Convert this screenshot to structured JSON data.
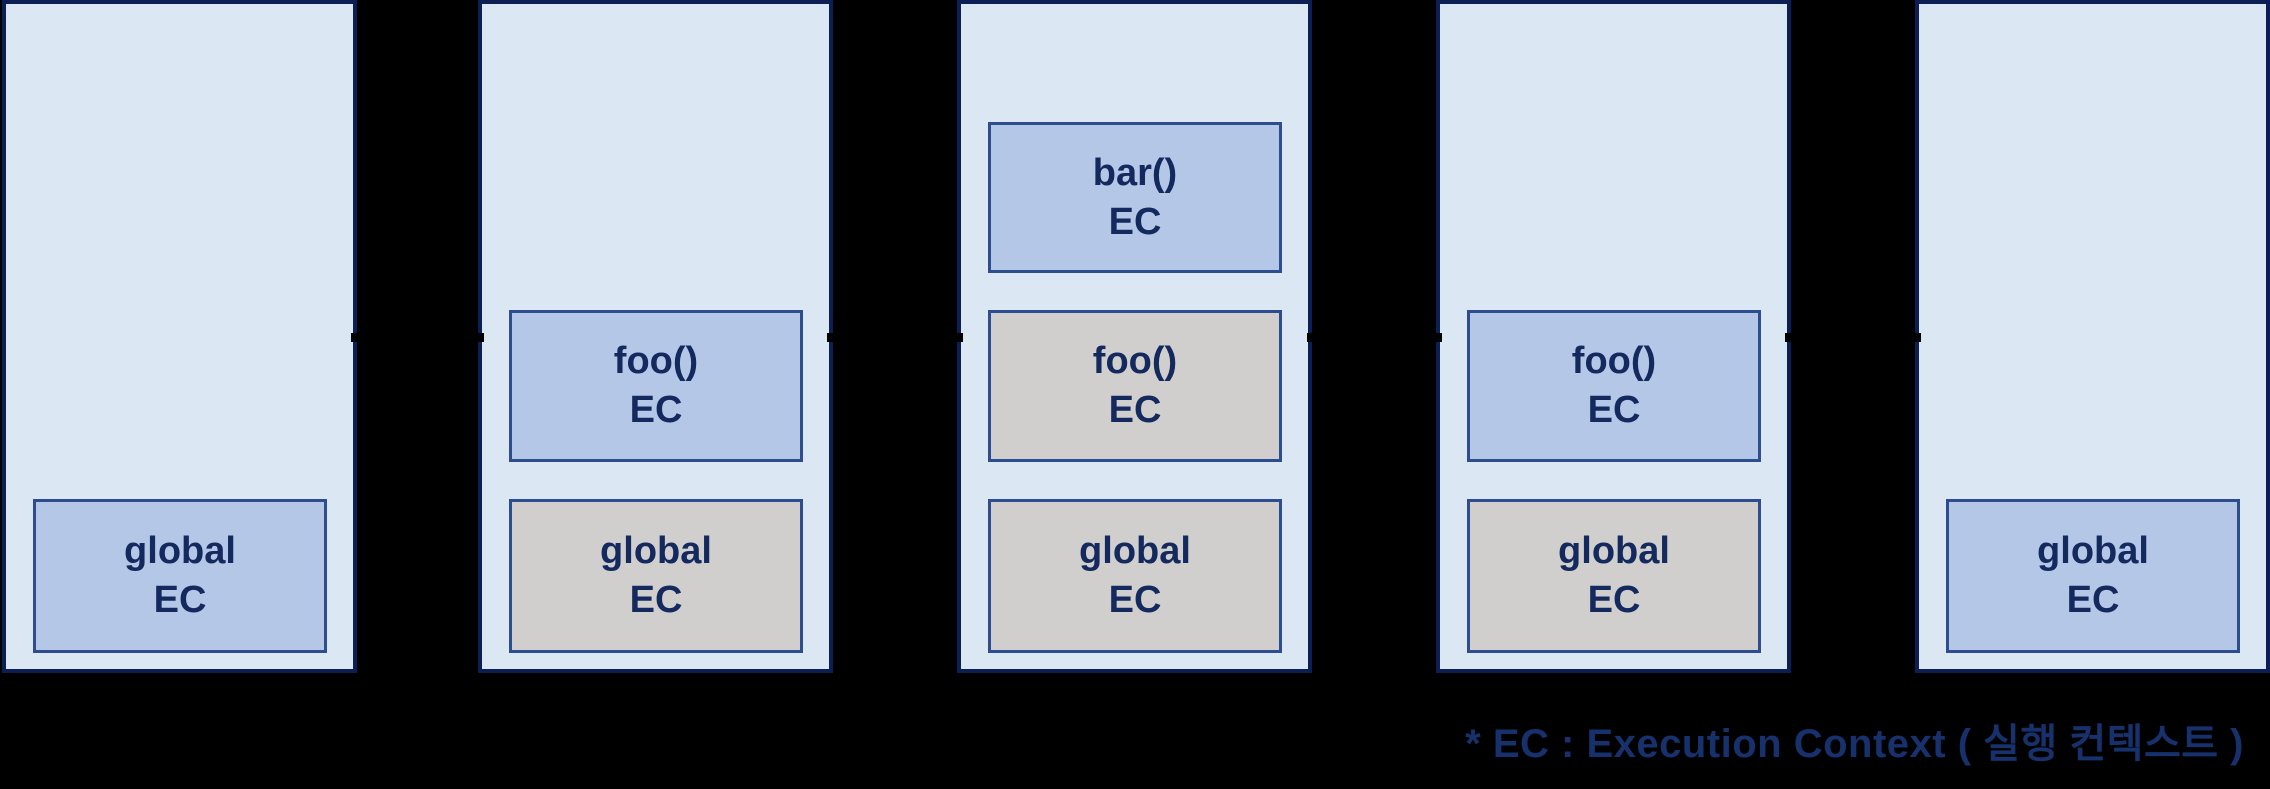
{
  "diagram": {
    "kind": "execution-context-stack-sequence",
    "colors": {
      "background": "#000000",
      "column_fill": "#dce7f4",
      "column_border": "#0b1f55",
      "box_border": "#2e4d8f",
      "box_active_fill": "#b4c7e7",
      "box_inactive_fill": "#d0cfcd",
      "label_text": "#14295e",
      "footnote_text": "#16316b"
    },
    "stacks": [
      {
        "boxes": [
          {
            "line1": "global",
            "line2": "EC",
            "style": "blue",
            "row": "global"
          }
        ]
      },
      {
        "boxes": [
          {
            "line1": "foo()",
            "line2": "EC",
            "style": "blue",
            "row": "foo"
          },
          {
            "line1": "global",
            "line2": "EC",
            "style": "gray",
            "row": "global"
          }
        ]
      },
      {
        "boxes": [
          {
            "line1": "bar()",
            "line2": "EC",
            "style": "blue",
            "row": "bar"
          },
          {
            "line1": "foo()",
            "line2": "EC",
            "style": "gray",
            "row": "foo"
          },
          {
            "line1": "global",
            "line2": "EC",
            "style": "gray",
            "row": "global"
          }
        ]
      },
      {
        "boxes": [
          {
            "line1": "foo()",
            "line2": "EC",
            "style": "blue",
            "row": "foo"
          },
          {
            "line1": "global",
            "line2": "EC",
            "style": "gray",
            "row": "global"
          }
        ]
      },
      {
        "boxes": [
          {
            "line1": "global",
            "line2": "EC",
            "style": "blue",
            "row": "global"
          }
        ]
      }
    ]
  },
  "footnote": {
    "text": "* EC : Execution Context ( 실행 컨텍스트 )"
  }
}
